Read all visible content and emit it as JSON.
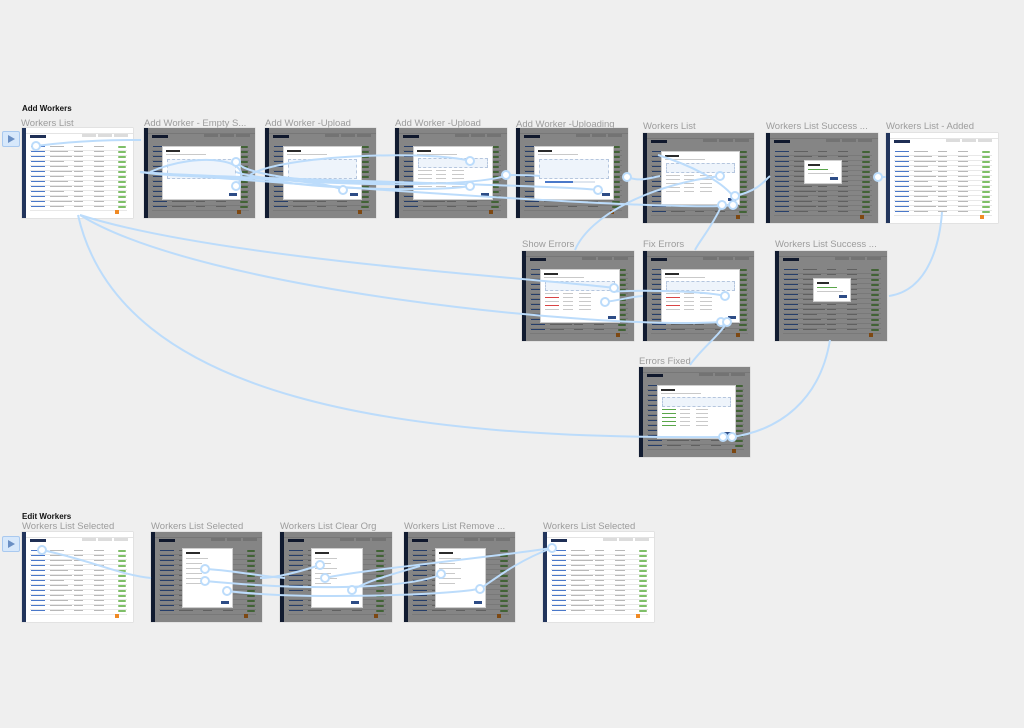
{
  "sections": [
    {
      "title": "Add Workers",
      "frames": [
        {
          "label": "Workers List",
          "state": "list"
        },
        {
          "label": "Add Worker - Empty S...",
          "state": "modal-empty"
        },
        {
          "label": "Add Worker -Upload",
          "state": "modal-upload"
        },
        {
          "label": "Add Worker -Upload",
          "state": "modal-upload-table"
        },
        {
          "label": "Add Worker -Uploading",
          "state": "modal-uploading"
        },
        {
          "label": "Workers List",
          "state": "modal-table"
        },
        {
          "label": "Workers List Success ...",
          "state": "modal-success"
        },
        {
          "label": "Workers List - Added",
          "state": "list-added"
        },
        {
          "label": "Show Errors",
          "state": "modal-errors"
        },
        {
          "label": "Fix Errors",
          "state": "modal-fix"
        },
        {
          "label": "Workers List Success ...",
          "state": "modal-success-small"
        },
        {
          "label": "Errors Fixed",
          "state": "modal-fixed"
        }
      ]
    },
    {
      "title": "Edit Workers",
      "frames": [
        {
          "label": "Workers List Selected",
          "state": "list-selected"
        },
        {
          "label": "Workers List Selected",
          "state": "modal-edit"
        },
        {
          "label": "Workers List Clear Org",
          "state": "modal-edit"
        },
        {
          "label": "Workers List Remove ...",
          "state": "modal-edit"
        },
        {
          "label": "Workers List Selected",
          "state": "list-selected"
        }
      ]
    }
  ],
  "colors": {
    "canvas": "#efefef",
    "sidebar": "#22355c",
    "connector": "#bcdcfb",
    "overlay": "rgba(0,0,0,0.48)",
    "status_green": "#7fbf68",
    "accent_orange": "#f08a24"
  }
}
